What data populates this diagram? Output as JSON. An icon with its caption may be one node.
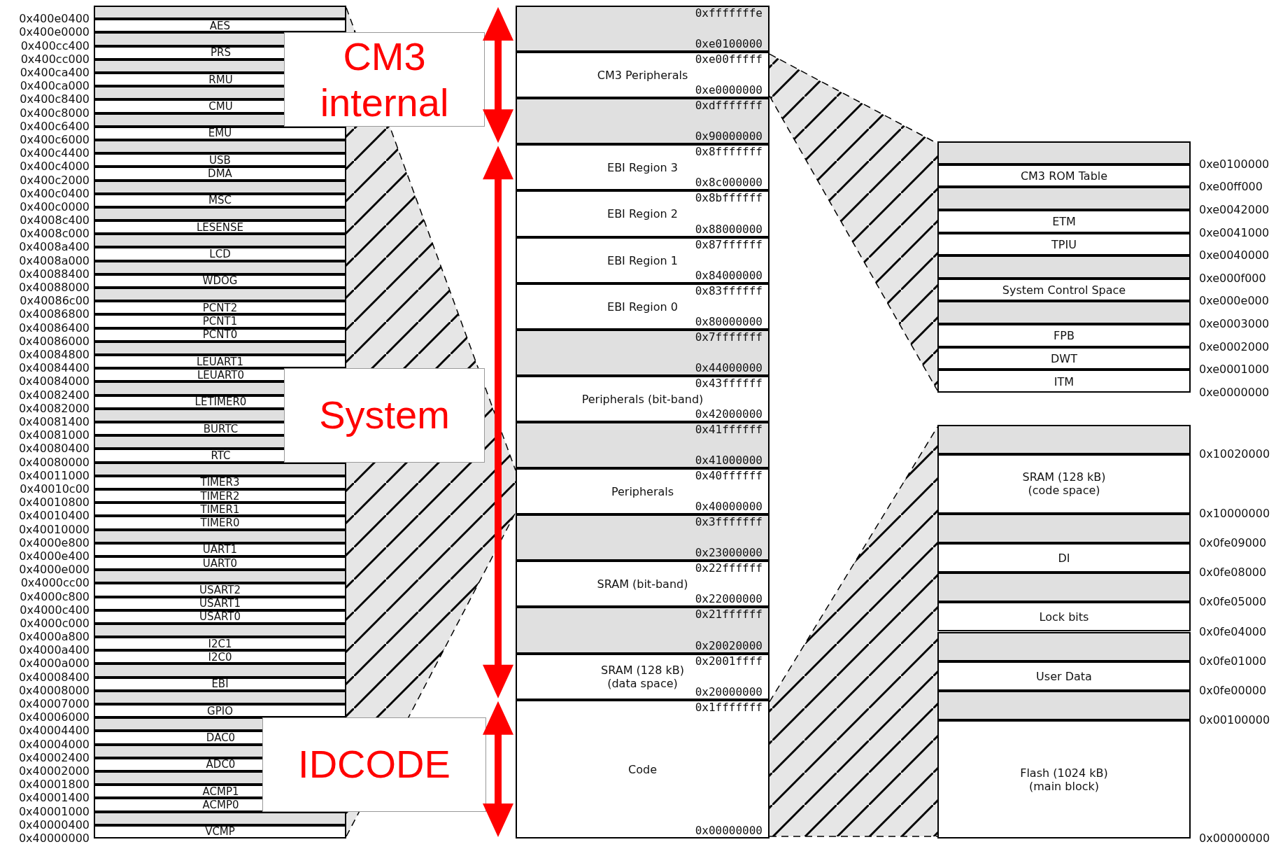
{
  "diagram": {
    "nodes": [
      {
        "text": [],
        "shape": "bar"
      },
      {
        "text": [
          "AES"
        ]
      },
      {
        "text": [],
        "shape": "bar"
      },
      {
        "text": [
          "PRS"
        ]
      },
      {
        "text": [],
        "shape": "bar"
      },
      {
        "text": [
          "RMU"
        ]
      },
      {
        "text": [],
        "shape": "bar"
      },
      {
        "text": [
          "CMU"
        ]
      },
      {
        "text": [],
        "shape": "bar"
      },
      {
        "text": [
          "EMU"
        ]
      },
      {
        "text": [],
        "shape": "bar"
      },
      {
        "text": [
          "USB"
        ]
      },
      {
        "text": [
          "DMA"
        ]
      },
      {
        "text": [],
        "shape": "bar"
      },
      {
        "text": [
          "MSC"
        ]
      },
      {
        "text": [],
        "shape": "bar"
      },
      {
        "text": [
          "LESENSE"
        ]
      },
      {
        "text": [],
        "shape": "bar"
      },
      {
        "text": [
          "LCD"
        ]
      },
      {
        "text": [],
        "shape": "bar"
      },
      {
        "text": [
          "WDOG"
        ]
      },
      {
        "text": [],
        "shape": "bar"
      },
      {
        "text": [
          "PCNT2"
        ]
      },
      {
        "text": [
          "PCNT1"
        ]
      },
      {
        "text": [
          "PCNT0"
        ]
      },
      {
        "text": [],
        "shape": "bar"
      },
      {
        "text": [
          "LEUART1"
        ]
      },
      {
        "text": [
          "LEUART0"
        ]
      },
      {
        "text": [],
        "shape": "bar"
      },
      {
        "text": [
          "LETIMER0"
        ]
      },
      {
        "text": [],
        "shape": "bar"
      },
      {
        "text": [
          "BURTC"
        ]
      },
      {
        "text": [],
        "shape": "bar"
      },
      {
        "text": [
          "RTC"
        ]
      },
      {
        "text": [],
        "shape": "bar"
      },
      {
        "text": [
          "TIMER3"
        ]
      },
      {
        "text": [
          "TIMER2"
        ]
      },
      {
        "text": [
          "TIMER1"
        ]
      },
      {
        "text": [
          "TIMER0"
        ]
      },
      {
        "text": [],
        "shape": "bar"
      },
      {
        "text": [
          "UART1"
        ]
      },
      {
        "text": [
          "UART0"
        ]
      },
      {
        "text": [],
        "shape": "bar"
      },
      {
        "text": [
          "USART2"
        ]
      },
      {
        "text": [
          "USART1"
        ]
      },
      {
        "text": [
          "USART0"
        ]
      },
      {
        "text": [],
        "shape": "bar"
      },
      {
        "text": [
          "I2C1"
        ]
      },
      {
        "text": [
          "I2C0"
        ]
      },
      {
        "text": [],
        "shape": "bar"
      },
      {
        "text": [
          "EBI"
        ]
      },
      {
        "text": [],
        "shape": "bar"
      },
      {
        "text": [
          "GPIO"
        ]
      },
      {
        "text": [],
        "shape": "bar"
      },
      {
        "text": [
          "DAC0"
        ]
      },
      {
        "text": [],
        "shape": "bar"
      },
      {
        "text": [
          "ADC0"
        ]
      },
      {
        "text": [],
        "shape": "bar"
      },
      {
        "text": [
          "ACMP1"
        ]
      },
      {
        "text": [
          "ACMP0"
        ]
      },
      {
        "text": [],
        "shape": "bar"
      },
      {
        "text": [
          "VCMP"
        ]
      },
      {
        "text": [
          "CM3 internal"
        ]
      },
      {
        "text": [
          "System"
        ]
      },
      {
        "text": [
          "IDCODE"
        ]
      },
      {
        "text": [
          "0xfffffffe",
          "0xe0100000"
        ]
      },
      {
        "text": [
          "0xe00fffff",
          "CM3 Peripherals",
          "0xe0000000"
        ]
      },
      {
        "text": [
          "0xdfffffff",
          "0x90000000"
        ]
      },
      {
        "text": [
          "0x8fffffff",
          "EBI Region 3",
          "0x8c000000"
        ]
      },
      {
        "text": [
          "0x8bffffff",
          "EBI Region 2",
          "0x88000000"
        ]
      },
      {
        "text": [
          "0x87ffffff",
          "EBI Region 1",
          "0x84000000"
        ]
      },
      {
        "text": [
          "0x83ffffff",
          "EBI Region 0",
          "0x80000000"
        ]
      },
      {
        "text": [
          "0x7fffffff",
          "0x44000000"
        ]
      },
      {
        "text": [
          "0x43ffffff",
          "Peripherals (bit-band)",
          "0x42000000"
        ]
      },
      {
        "text": [
          "0x41ffffff",
          "0x41000000"
        ]
      },
      {
        "text": [
          "0x40ffffff",
          "Peripherals",
          "0x40000000"
        ]
      },
      {
        "text": [
          "0x3fffffff",
          "0x23000000"
        ]
      },
      {
        "text": [
          "0x22ffffff",
          "SRAM (bit-band)",
          "0x22000000"
        ]
      },
      {
        "text": [
          "0x21ffffff",
          "0x20020000"
        ]
      },
      {
        "text": [
          "0x2001ffff",
          "SRAM (128 kB) (data space)",
          "0x20000000"
        ]
      },
      {
        "text": [
          "0x1fffffff",
          "Code",
          "0x00000000"
        ]
      },
      {
        "text": [],
        "shape": "bar"
      },
      {
        "text": [
          "CM3 ROM Table"
        ]
      },
      {
        "text": [],
        "shape": "bar"
      },
      {
        "text": [
          "ETM"
        ]
      },
      {
        "text": [
          "TPIU"
        ]
      },
      {
        "text": [],
        "shape": "bar"
      },
      {
        "text": [
          "System Control Space"
        ]
      },
      {
        "text": [],
        "shape": "bar"
      },
      {
        "text": [
          "FPB"
        ]
      },
      {
        "text": [
          "DWT"
        ]
      },
      {
        "text": [
          "ITM"
        ]
      },
      {
        "text": [],
        "shape": "bar"
      },
      {
        "text": [
          "SRAM (128 kB) (code space)"
        ]
      },
      {
        "text": [],
        "shape": "bar"
      },
      {
        "text": [
          "DI"
        ]
      },
      {
        "text": [],
        "shape": "bar"
      },
      {
        "text": [
          "Lock bits"
        ]
      },
      {
        "text": [],
        "shape": "bar"
      },
      {
        "text": [
          "User Data"
        ]
      },
      {
        "text": [],
        "shape": "bar"
      },
      {
        "text": [
          "Flash (1024 kB) (main block)"
        ]
      }
    ],
    "edges": [
      {
        "from": 0,
        "to": 75,
        "arrow": "none",
        "style": "dashed"
      },
      {
        "from": 61,
        "to": 75,
        "arrow": "none",
        "style": "dashed"
      },
      {
        "from": 66,
        "to": 81,
        "arrow": "none",
        "style": "dashed"
      },
      {
        "from": 66,
        "to": 91,
        "arrow": "none",
        "style": "dashed"
      },
      {
        "from": 80,
        "to": 92,
        "arrow": "none",
        "style": "dashed"
      },
      {
        "from": 80,
        "to": 101,
        "arrow": "none",
        "style": "dashed"
      }
    ],
    "labels": [
      "0x400e0400",
      "0x400e0000",
      "0x400cc400",
      "0x400cc000",
      "0x400ca400",
      "0x400ca000",
      "0x400c8400",
      "0x400c8000",
      "0x400c6400",
      "0x400c6000",
      "0x400c4400",
      "0x400c4000",
      "0x400c2000",
      "0x400c0400",
      "0x400c0000",
      "0x4008c400",
      "0x4008c000",
      "0x4008a400",
      "0x4008a000",
      "0x40088400",
      "0x40088000",
      "0x40086c00",
      "0x40086800",
      "0x40086400",
      "0x40086000",
      "0x40084800",
      "0x40084400",
      "0x40084000",
      "0x40082400",
      "0x40082000",
      "0x40081400",
      "0x40081000",
      "0x40080400",
      "0x40080000",
      "0x40011000",
      "0x40010c00",
      "0x40010800",
      "0x40010400",
      "0x40010000",
      "0x4000e800",
      "0x4000e400",
      "0x4000e000",
      "0x4000cc00",
      "0x4000c800",
      "0x4000c400",
      "0x4000c000",
      "0x4000a800",
      "0x4000a400",
      "0x4000a000",
      "0x40008400",
      "0x40008000",
      "0x40007000",
      "0x40006000",
      "0x40004400",
      "0x40004000",
      "0x40002400",
      "0x40002000",
      "0x40001800",
      "0x40001400",
      "0x40001000",
      "0x40000400",
      "0x40000000",
      "0xe0100000",
      "0xe00ff000",
      "0xe0042000",
      "0xe0041000",
      "0xe0040000",
      "0xe000f000",
      "0xe000e000",
      "0xe0003000",
      "0xe0002000",
      "0xe0001000",
      "0xe0000000",
      "0x10020000",
      "0x10000000",
      "0x0fe09000",
      "0x0fe08000",
      "0x0fe05000",
      "0x0fe04000",
      "0x0fe01000",
      "0x0fe00000",
      "0x00100000",
      "0x00000000"
    ]
  }
}
